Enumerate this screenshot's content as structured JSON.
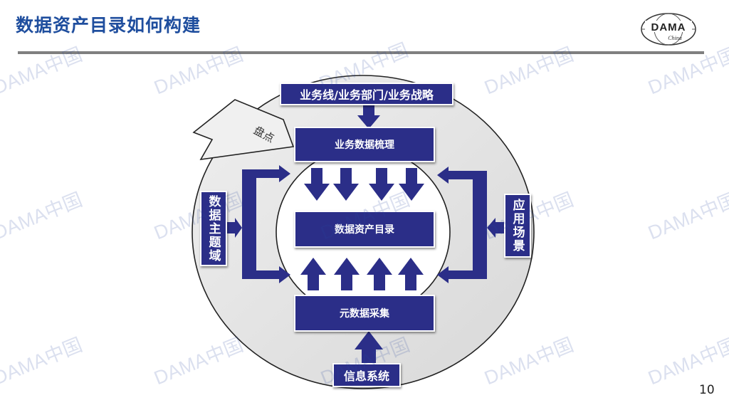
{
  "slide_title": "数据资产目录如何构建",
  "logo": {
    "main": "DAMA",
    "sub": "China"
  },
  "boxes": {
    "top_header": "业务线/业务部门/业务战略",
    "business_data": "业务数据梳理",
    "catalog": "数据资产目录",
    "metadata": "元数据采集",
    "bottom_source": "信息系统",
    "left_domain": "数据主题域",
    "right_scene": "应用场景"
  },
  "callout_label": "盘点",
  "watermark_text": "DAMA中国",
  "page_number": "10",
  "colors": {
    "title": "#1F4E9E",
    "box": "#2B2E88",
    "ring": "#E4E4E4",
    "rule": "#7F7F7F"
  }
}
